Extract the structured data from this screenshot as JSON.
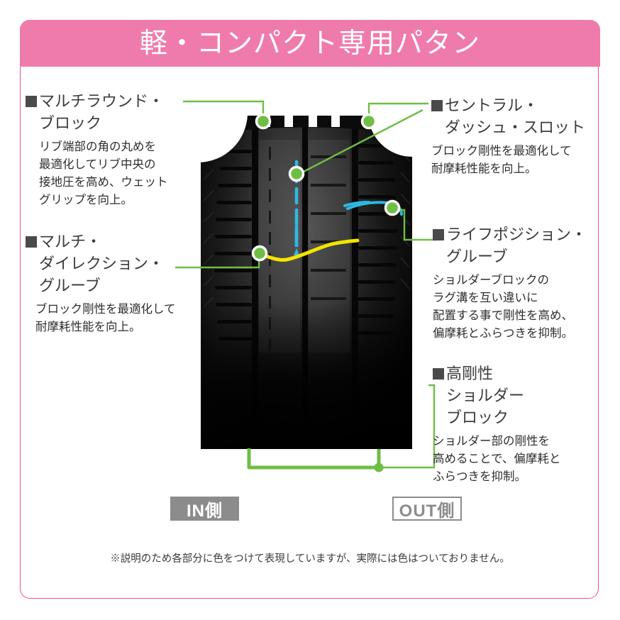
{
  "header": {
    "title": "軽・コンパクト専用パタン"
  },
  "colors": {
    "header_bg": "#ef7bac",
    "frame_border": "#ef4f93",
    "leader_green": "#6fbe44",
    "accent_yellow": "#f5e400",
    "accent_cyan": "#2eb8e6",
    "bullet_square": "#4a4a4a",
    "badge_gray": "#8c8c8c"
  },
  "annotations": {
    "multi_round_block": {
      "head_line1": "マルチラウンド・",
      "head_line2": "ブロック",
      "body_line1": "リブ端部の角の丸めを",
      "body_line2": "最適化してリブ中央の",
      "body_line3": "接地圧を高め、ウェット",
      "body_line4": "グリップを向上。"
    },
    "multi_direction_groove": {
      "head_line1": "マルチ・",
      "head_line2": "ダイレクション・",
      "head_line3": "グルーブ",
      "body_line1": "ブロック剛性を最適化して",
      "body_line2": "耐摩耗性能を向上。"
    },
    "central_dash_slot": {
      "head_line1": "セントラル・",
      "head_line2": "ダッシュ・スロット",
      "body_line1": "ブロック剛性を最適化して",
      "body_line2": "耐摩耗性能を向上。"
    },
    "life_position_groove": {
      "head_line1": "ライフポジション・",
      "head_line2": "グルーブ",
      "body_line1": "ショルダーブロックの",
      "body_line2": "ラグ溝を互い違いに",
      "body_line3": "配置する事で剛性を高め、",
      "body_line4": "偏摩耗とふらつきを抑制。"
    },
    "high_rigidity_shoulder_block": {
      "head_line1": "高剛性",
      "head_line2": "ショルダー",
      "head_line3": "ブロック",
      "body_line1": "ショルダー部の剛性を",
      "body_line2": "高めることで、偏摩耗と",
      "body_line3": "ふらつきを抑制。"
    }
  },
  "badges": {
    "in_side": "IN側",
    "out_side": "OUT側"
  },
  "footer": {
    "note": "※説明のため各部分に色をつけて表現していますが、実際には色はついておりません。"
  }
}
